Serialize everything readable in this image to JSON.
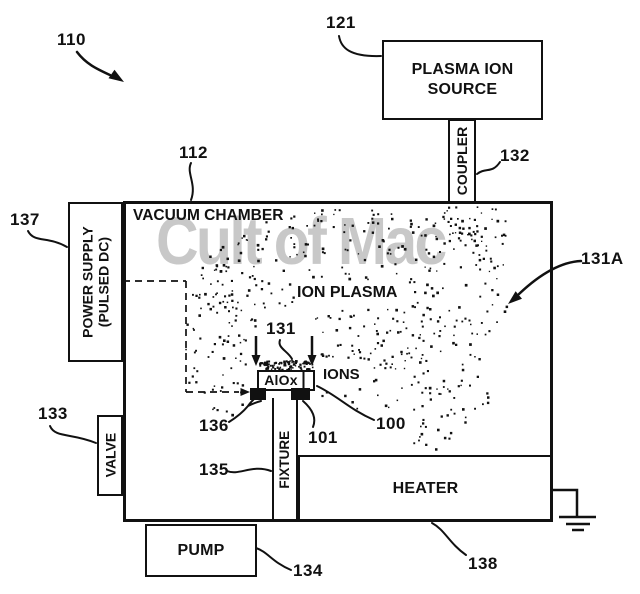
{
  "figure": {
    "ref": "110"
  },
  "watermark": {
    "text": "Cult of Mac"
  },
  "plasma_ion_source": {
    "ref": "121",
    "label_line1": "PLASMA ION",
    "label_line2": "SOURCE"
  },
  "coupler": {
    "ref": "132",
    "label": "COUPLER"
  },
  "vacuum_chamber": {
    "ref": "112",
    "label": "VACUUM CHAMBER"
  },
  "power_supply": {
    "ref": "137",
    "label_line1": "POWER SUPPLY",
    "label_line2": "(PULSED DC)"
  },
  "valve": {
    "ref": "133",
    "label": "VALVE"
  },
  "pump": {
    "ref": "134",
    "label": "PUMP"
  },
  "fixture": {
    "ref": "135",
    "label": "FIXTURE"
  },
  "heater": {
    "ref": "138",
    "label": "HEATER"
  },
  "ion_plasma": {
    "label": "ION PLASMA",
    "ref": "131A"
  },
  "ions": {
    "label": "IONS"
  },
  "film": {
    "ref": "131"
  },
  "substrate": {
    "label": "AlOx",
    "ref": "100"
  },
  "interface": {
    "ref": "101"
  },
  "clamp": {
    "ref": "136"
  },
  "colors": {
    "line": "#111111",
    "watermark": "#c8c8c8",
    "background": "#ffffff"
  }
}
